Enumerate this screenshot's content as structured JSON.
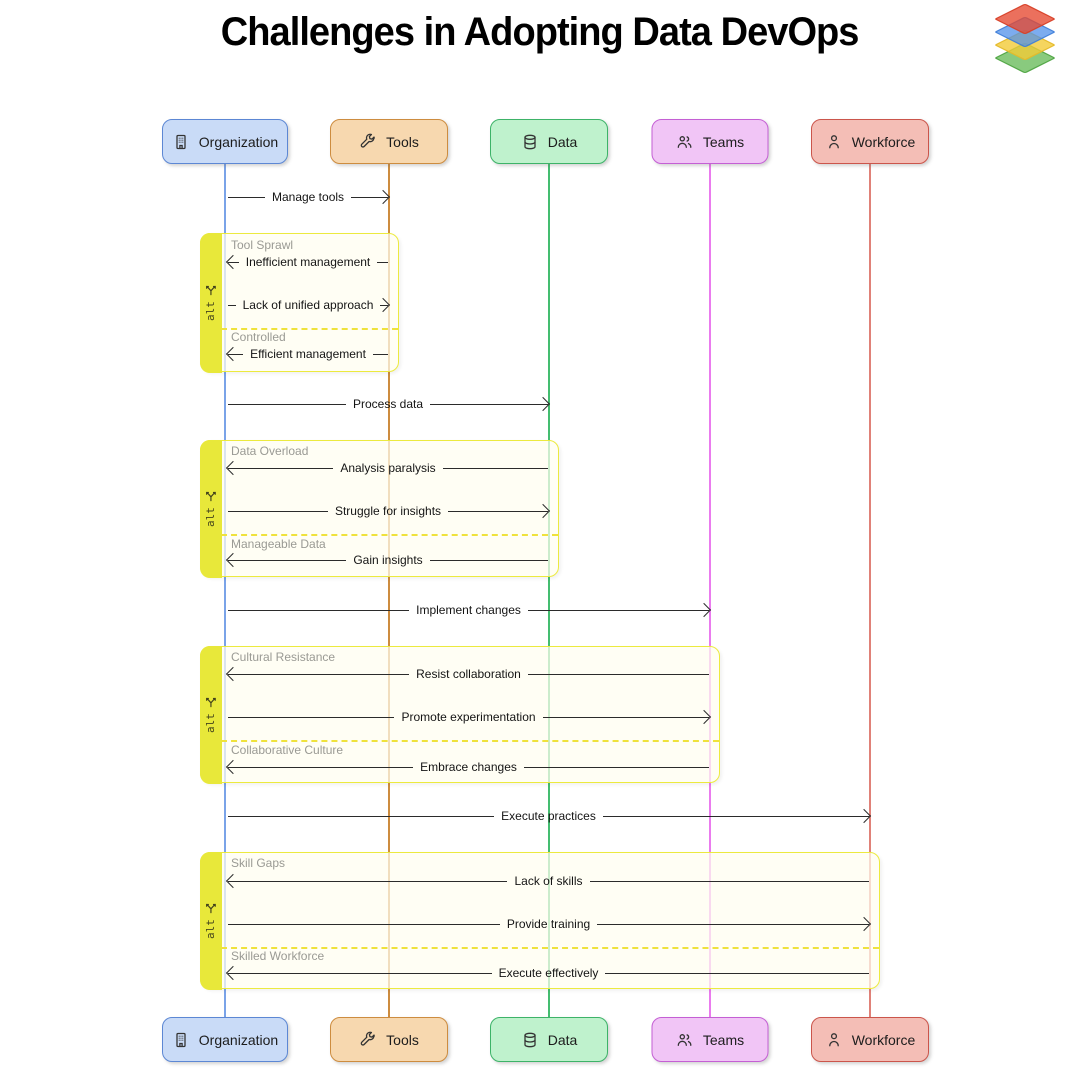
{
  "title": "Challenges in Adopting Data DevOps",
  "logo": {
    "name": "stacked-layers-logo",
    "layer_colors": [
      "#e64830",
      "#5090ea",
      "#f3ca37",
      "#5cb64c"
    ]
  },
  "frame_operator": "alt",
  "actors": [
    {
      "label": "Organization",
      "icon": "building-icon",
      "fill": "#c9dbf7",
      "border": "#5c87d4",
      "lifeline": "#7aa3e8"
    },
    {
      "label": "Tools",
      "icon": "wrench-icon",
      "fill": "#f7d8af",
      "border": "#cd8c3f",
      "lifeline": "#cd8c3f"
    },
    {
      "label": "Data",
      "icon": "database-icon",
      "fill": "#bff2cd",
      "border": "#3db368",
      "lifeline": "#44bd70"
    },
    {
      "label": "Teams",
      "icon": "people-icon",
      "fill": "#f1c5f6",
      "border": "#c45fd4",
      "lifeline": "#ea7bee"
    },
    {
      "label": "Workforce",
      "icon": "person-icon",
      "fill": "#f4beb6",
      "border": "#cb554b",
      "lifeline": "#e08178"
    }
  ],
  "sequence_messages": [
    {
      "label": "Manage tools",
      "from": "Organization",
      "to": "Tools",
      "direction": "right"
    },
    {
      "label": "Process data",
      "from": "Organization",
      "to": "Data",
      "direction": "right"
    },
    {
      "label": "Implement changes",
      "from": "Organization",
      "to": "Teams",
      "direction": "right"
    },
    {
      "label": "Execute practices",
      "from": "Organization",
      "to": "Workforce",
      "direction": "right"
    }
  ],
  "frames": [
    {
      "operator": "alt",
      "cases": [
        {
          "label": "Tool Sprawl",
          "messages": [
            {
              "label": "Inefficient management",
              "direction": "left"
            },
            {
              "label": "Lack of unified approach",
              "direction": "right"
            }
          ]
        },
        {
          "label": "Controlled",
          "messages": [
            {
              "label": "Efficient management",
              "direction": "left"
            }
          ]
        }
      ]
    },
    {
      "operator": "alt",
      "cases": [
        {
          "label": "Data Overload",
          "messages": [
            {
              "label": "Analysis paralysis",
              "direction": "left"
            },
            {
              "label": "Struggle for insights",
              "direction": "right"
            }
          ]
        },
        {
          "label": "Manageable Data",
          "messages": [
            {
              "label": "Gain insights",
              "direction": "left"
            }
          ]
        }
      ]
    },
    {
      "operator": "alt",
      "cases": [
        {
          "label": "Cultural Resistance",
          "messages": [
            {
              "label": "Resist collaboration",
              "direction": "left"
            },
            {
              "label": "Promote experimentation",
              "direction": "right"
            }
          ]
        },
        {
          "label": "Collaborative Culture",
          "messages": [
            {
              "label": "Embrace changes",
              "direction": "left"
            }
          ]
        }
      ]
    },
    {
      "operator": "alt",
      "cases": [
        {
          "label": "Skill Gaps",
          "messages": [
            {
              "label": "Lack of skills",
              "direction": "left"
            },
            {
              "label": "Provide training",
              "direction": "right"
            }
          ]
        },
        {
          "label": "Skilled Workforce",
          "messages": [
            {
              "label": "Execute effectively",
              "direction": "left"
            }
          ]
        }
      ]
    }
  ]
}
